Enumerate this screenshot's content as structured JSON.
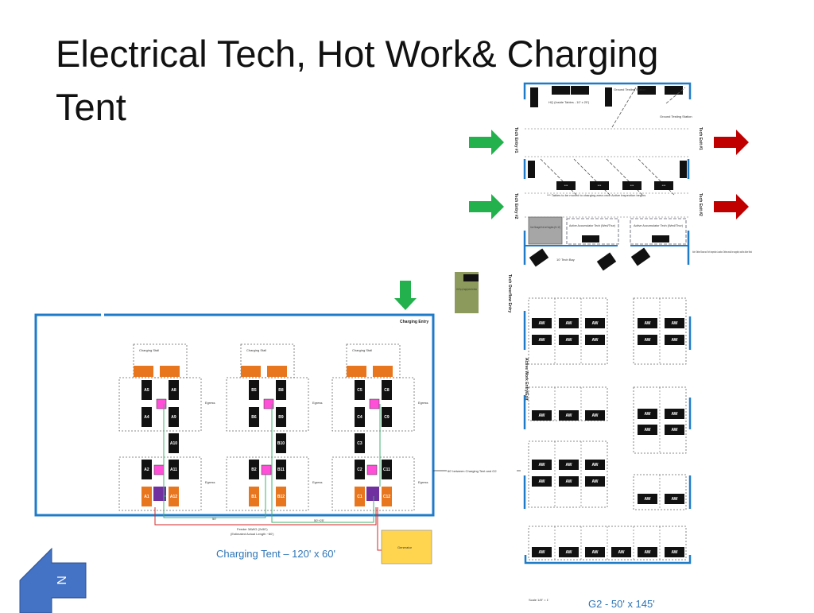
{
  "slide": {
    "title_line1": "Electrical Tech, Hot Work& Charging",
    "title_line2": "Tent"
  },
  "charging_tent": {
    "caption": "Charging Tent – 120' x 60'",
    "entry_label": "Charging Entry",
    "stall_label": "Charging Stall",
    "feeder_label": "Feeder 3AWG (2x50')",
    "feeder_note": "(Estimated Actual Length ~80')",
    "generator_label": "Generator",
    "egress_label": "Egress",
    "distance_50": "50'",
    "distance_50_25": "50'+25'",
    "groups": [
      {
        "cells": [
          "A5",
          "A8",
          "A4",
          "A9",
          "A10",
          "A2",
          "A11",
          "A1",
          "A12"
        ]
      },
      {
        "cells": [
          "B5",
          "B8",
          "B6",
          "B9",
          "B10",
          "B2",
          "B11",
          "B1",
          "B12"
        ]
      },
      {
        "cells": [
          "C5",
          "C8",
          "C4",
          "C9",
          "C3",
          "C2",
          "C11",
          "C1",
          "C12"
        ]
      }
    ],
    "colors": {
      "wall": "#1f7bc8",
      "stall": "#e8761e",
      "cell": "#111111",
      "pink": "#ff4fd8",
      "purple": "#7030a0",
      "green_line": "#3cb371",
      "red_line": "#d62728",
      "generator": "#ffd54f"
    }
  },
  "g2": {
    "caption": "G2 - 50' x 145'",
    "scale": "Scale 1/8\" = 1'",
    "hq_label": "HQ (Inside Tables - 10' x 20')",
    "ground_testing": "Ground Testing Station",
    "tech_entry_1": "Tech Entry #1",
    "tech_entry_2": "Tech Entry #2",
    "tech_exit_1": "Tech Exit #1",
    "tech_exit_2": "Tech Exit #2",
    "tables_note": "*** Tables to be moved to charging area once Active Inspection begins",
    "core_storage": "Core Storage/ Hot List Supplies (8' x 10')",
    "active_accum_1": "Active Accumulator Tech (Wed/Thur)",
    "active_accum_2": "Active Accumulator Tech (Wed/Thur)",
    "side_note": "Note: Tables Shown as Tech Inspection Location. Tables would be supplied, wall for Active Work",
    "tech_bay": "10' Tech Bay",
    "overflow_entry": "Tech Overflow Entry",
    "overflow_box": "LV/L2 Pop-Up Charging/ Active Work Station",
    "active_work_entry": "Active Work Entry/Exit",
    "between_label": "60' between Charging Tent and G2",
    "cell_label": "AW",
    "table_label": "***",
    "colors": {
      "wall": "#1f7bc8",
      "entry_arrow": "#22b14c",
      "exit_arrow": "#c00000",
      "overflow_box": "#8c9a5b",
      "storage": "#a6a6a6"
    }
  },
  "north_arrow": {
    "label": "N",
    "color": "#4472c4"
  }
}
